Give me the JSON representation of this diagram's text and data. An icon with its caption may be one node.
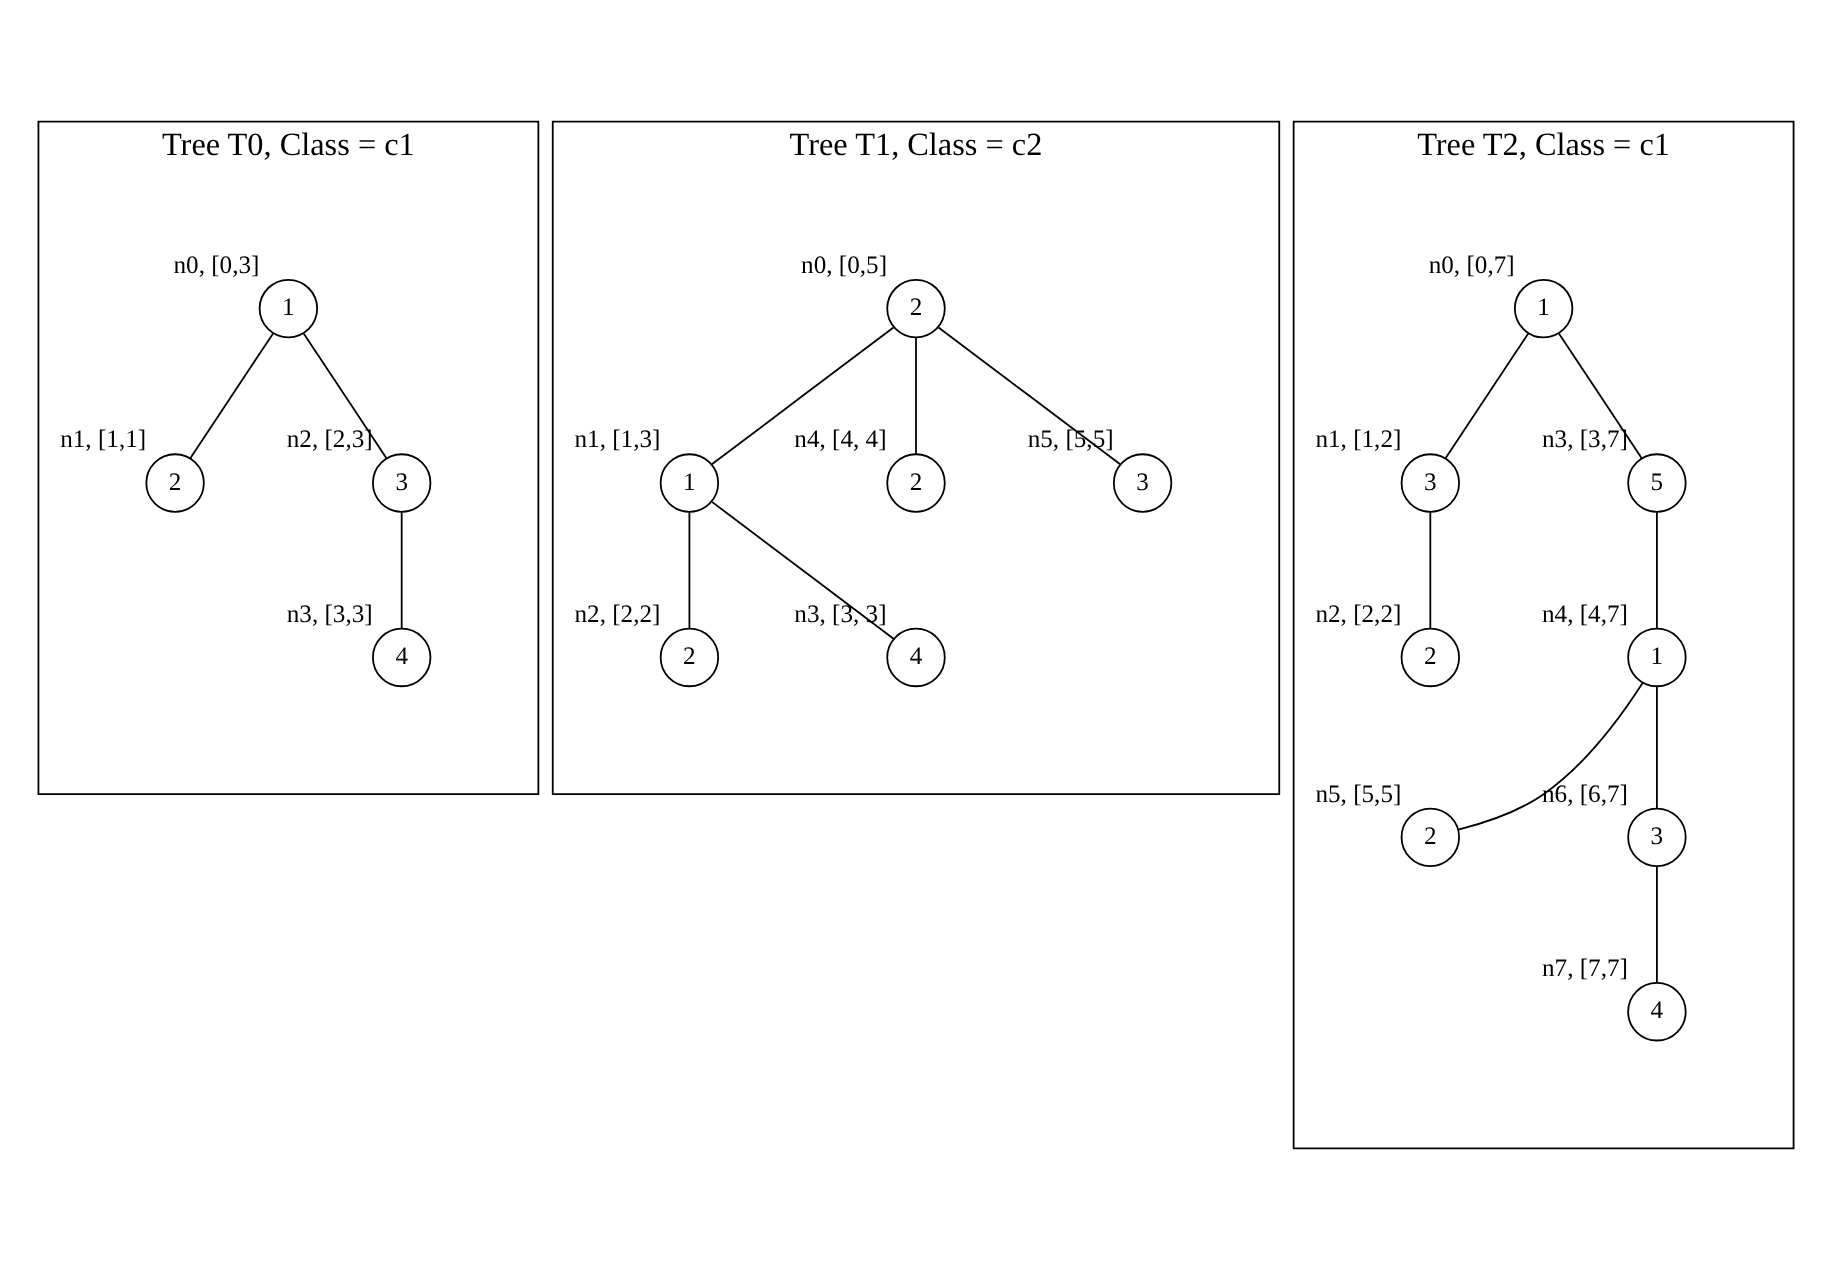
{
  "diagram": {
    "nodes": [
      {
        "text": [
          "Tree T0, Class = c1"
        ]
      },
      {
        "text": [
          "1"
        ],
        "in": 0,
        "beside": [
          "n0, [0,3]"
        ]
      },
      {
        "text": [
          "2"
        ],
        "in": 0,
        "beside": [
          "n1, [1,1]"
        ]
      },
      {
        "text": [
          "3"
        ],
        "in": 0,
        "beside": [
          "n2, [2,3]"
        ]
      },
      {
        "text": [
          "4"
        ],
        "in": 0,
        "beside": [
          "n3, [3,3]"
        ]
      },
      {
        "text": [
          "Tree T1, Class = c2"
        ]
      },
      {
        "text": [
          "2"
        ],
        "in": 5,
        "beside": [
          "n0, [0,5]"
        ]
      },
      {
        "text": [
          "1"
        ],
        "in": 5,
        "beside": [
          "n1, [1,3]"
        ]
      },
      {
        "text": [
          "2"
        ],
        "in": 5,
        "beside": [
          "n2, [2,2]"
        ]
      },
      {
        "text": [
          "4"
        ],
        "in": 5,
        "beside": [
          "n3, [3, 3]"
        ]
      },
      {
        "text": [
          "2"
        ],
        "in": 5,
        "beside": [
          "n4, [4, 4]"
        ]
      },
      {
        "text": [
          "3"
        ],
        "in": 5,
        "beside": [
          "n5, [5,5]"
        ]
      },
      {
        "text": [
          "Tree T2, Class = c1"
        ]
      },
      {
        "text": [
          "1"
        ],
        "in": 12,
        "beside": [
          "n0, [0,7]"
        ]
      },
      {
        "text": [
          "3"
        ],
        "in": 12,
        "beside": [
          "n1, [1,2]"
        ]
      },
      {
        "text": [
          "2"
        ],
        "in": 12,
        "beside": [
          "n2, [2,2]"
        ]
      },
      {
        "text": [
          "5"
        ],
        "in": 12,
        "beside": [
          "n3, [3,7]"
        ]
      },
      {
        "text": [
          "1"
        ],
        "in": 12,
        "beside": [
          "n4, [4,7]"
        ]
      },
      {
        "text": [
          "2"
        ],
        "in": 12,
        "beside": [
          "n5, [5,5]"
        ]
      },
      {
        "text": [
          "3"
        ],
        "in": 12,
        "beside": [
          "n6, [6,7]"
        ]
      },
      {
        "text": [
          "4"
        ],
        "in": 12,
        "beside": [
          "n7, [7,7]"
        ]
      }
    ],
    "edges": [
      {
        "from": 1,
        "to": 2,
        "arrow": "none"
      },
      {
        "from": 1,
        "to": 3,
        "arrow": "none"
      },
      {
        "from": 3,
        "to": 4,
        "arrow": "none"
      },
      {
        "from": 6,
        "to": 7,
        "arrow": "none"
      },
      {
        "from": 6,
        "to": 10,
        "arrow": "none"
      },
      {
        "from": 6,
        "to": 11,
        "arrow": "none"
      },
      {
        "from": 7,
        "to": 8,
        "arrow": "none"
      },
      {
        "from": 7,
        "to": 9,
        "arrow": "none"
      },
      {
        "from": 13,
        "to": 14,
        "arrow": "none"
      },
      {
        "from": 13,
        "to": 16,
        "arrow": "none"
      },
      {
        "from": 14,
        "to": 15,
        "arrow": "none"
      },
      {
        "from": 16,
        "to": 17,
        "arrow": "none"
      },
      {
        "from": 17,
        "to": 18,
        "arrow": "none"
      },
      {
        "from": 17,
        "to": 19,
        "arrow": "none"
      },
      {
        "from": 19,
        "to": 20,
        "arrow": "none"
      }
    ]
  }
}
